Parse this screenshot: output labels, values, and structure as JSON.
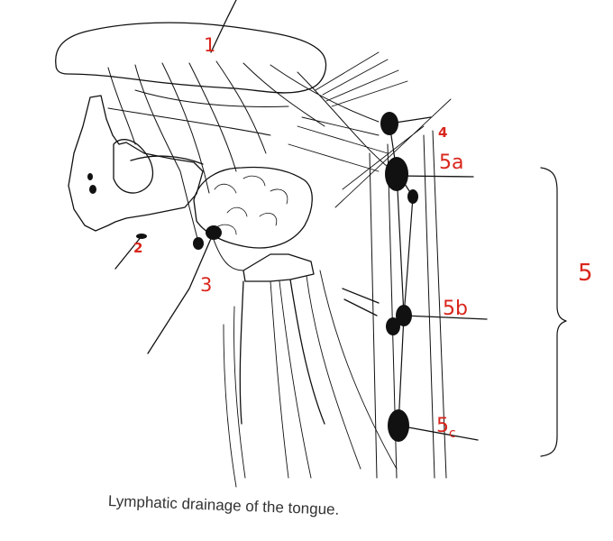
{
  "caption": "Lymphatic drainage of the tongue.",
  "labels": {
    "l1": "1",
    "l2": "2",
    "l3": "3",
    "l4": "4",
    "l5": "5",
    "l5a": "5a",
    "l5b": "5b",
    "l5c_main": "5",
    "l5c_sub": "c"
  },
  "colors": {
    "ink": "#111111",
    "annotation": "#d9261c",
    "paper": "#ffffff"
  }
}
